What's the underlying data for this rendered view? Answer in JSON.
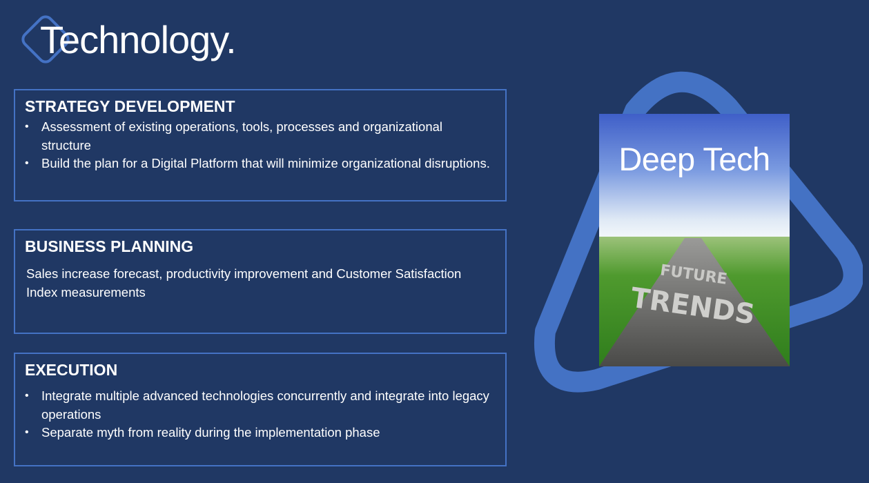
{
  "header": {
    "title": "Technology."
  },
  "sections": [
    {
      "heading": "STRATEGY DEVELOPMENT",
      "bullets": [
        "Assessment of existing operations, tools, processes and organizational structure",
        "Build the plan for a Digital Platform that will minimize organizational disruptions."
      ]
    },
    {
      "heading": "BUSINESS PLANNING",
      "text": "Sales increase forecast, productivity improvement and Customer Satisfaction Index measurements"
    },
    {
      "heading": "EXECUTION",
      "bullets": [
        "Integrate multiple advanced technologies concurrently and integrate into legacy operations",
        "Separate myth from reality during the implementation phase"
      ]
    }
  ],
  "image": {
    "title": "Deep Tech",
    "road_text_line1": "FUTURE",
    "road_text_line2": "TRENDS"
  },
  "colors": {
    "background": "#203864",
    "accent": "#4472c4",
    "text": "#ffffff"
  }
}
